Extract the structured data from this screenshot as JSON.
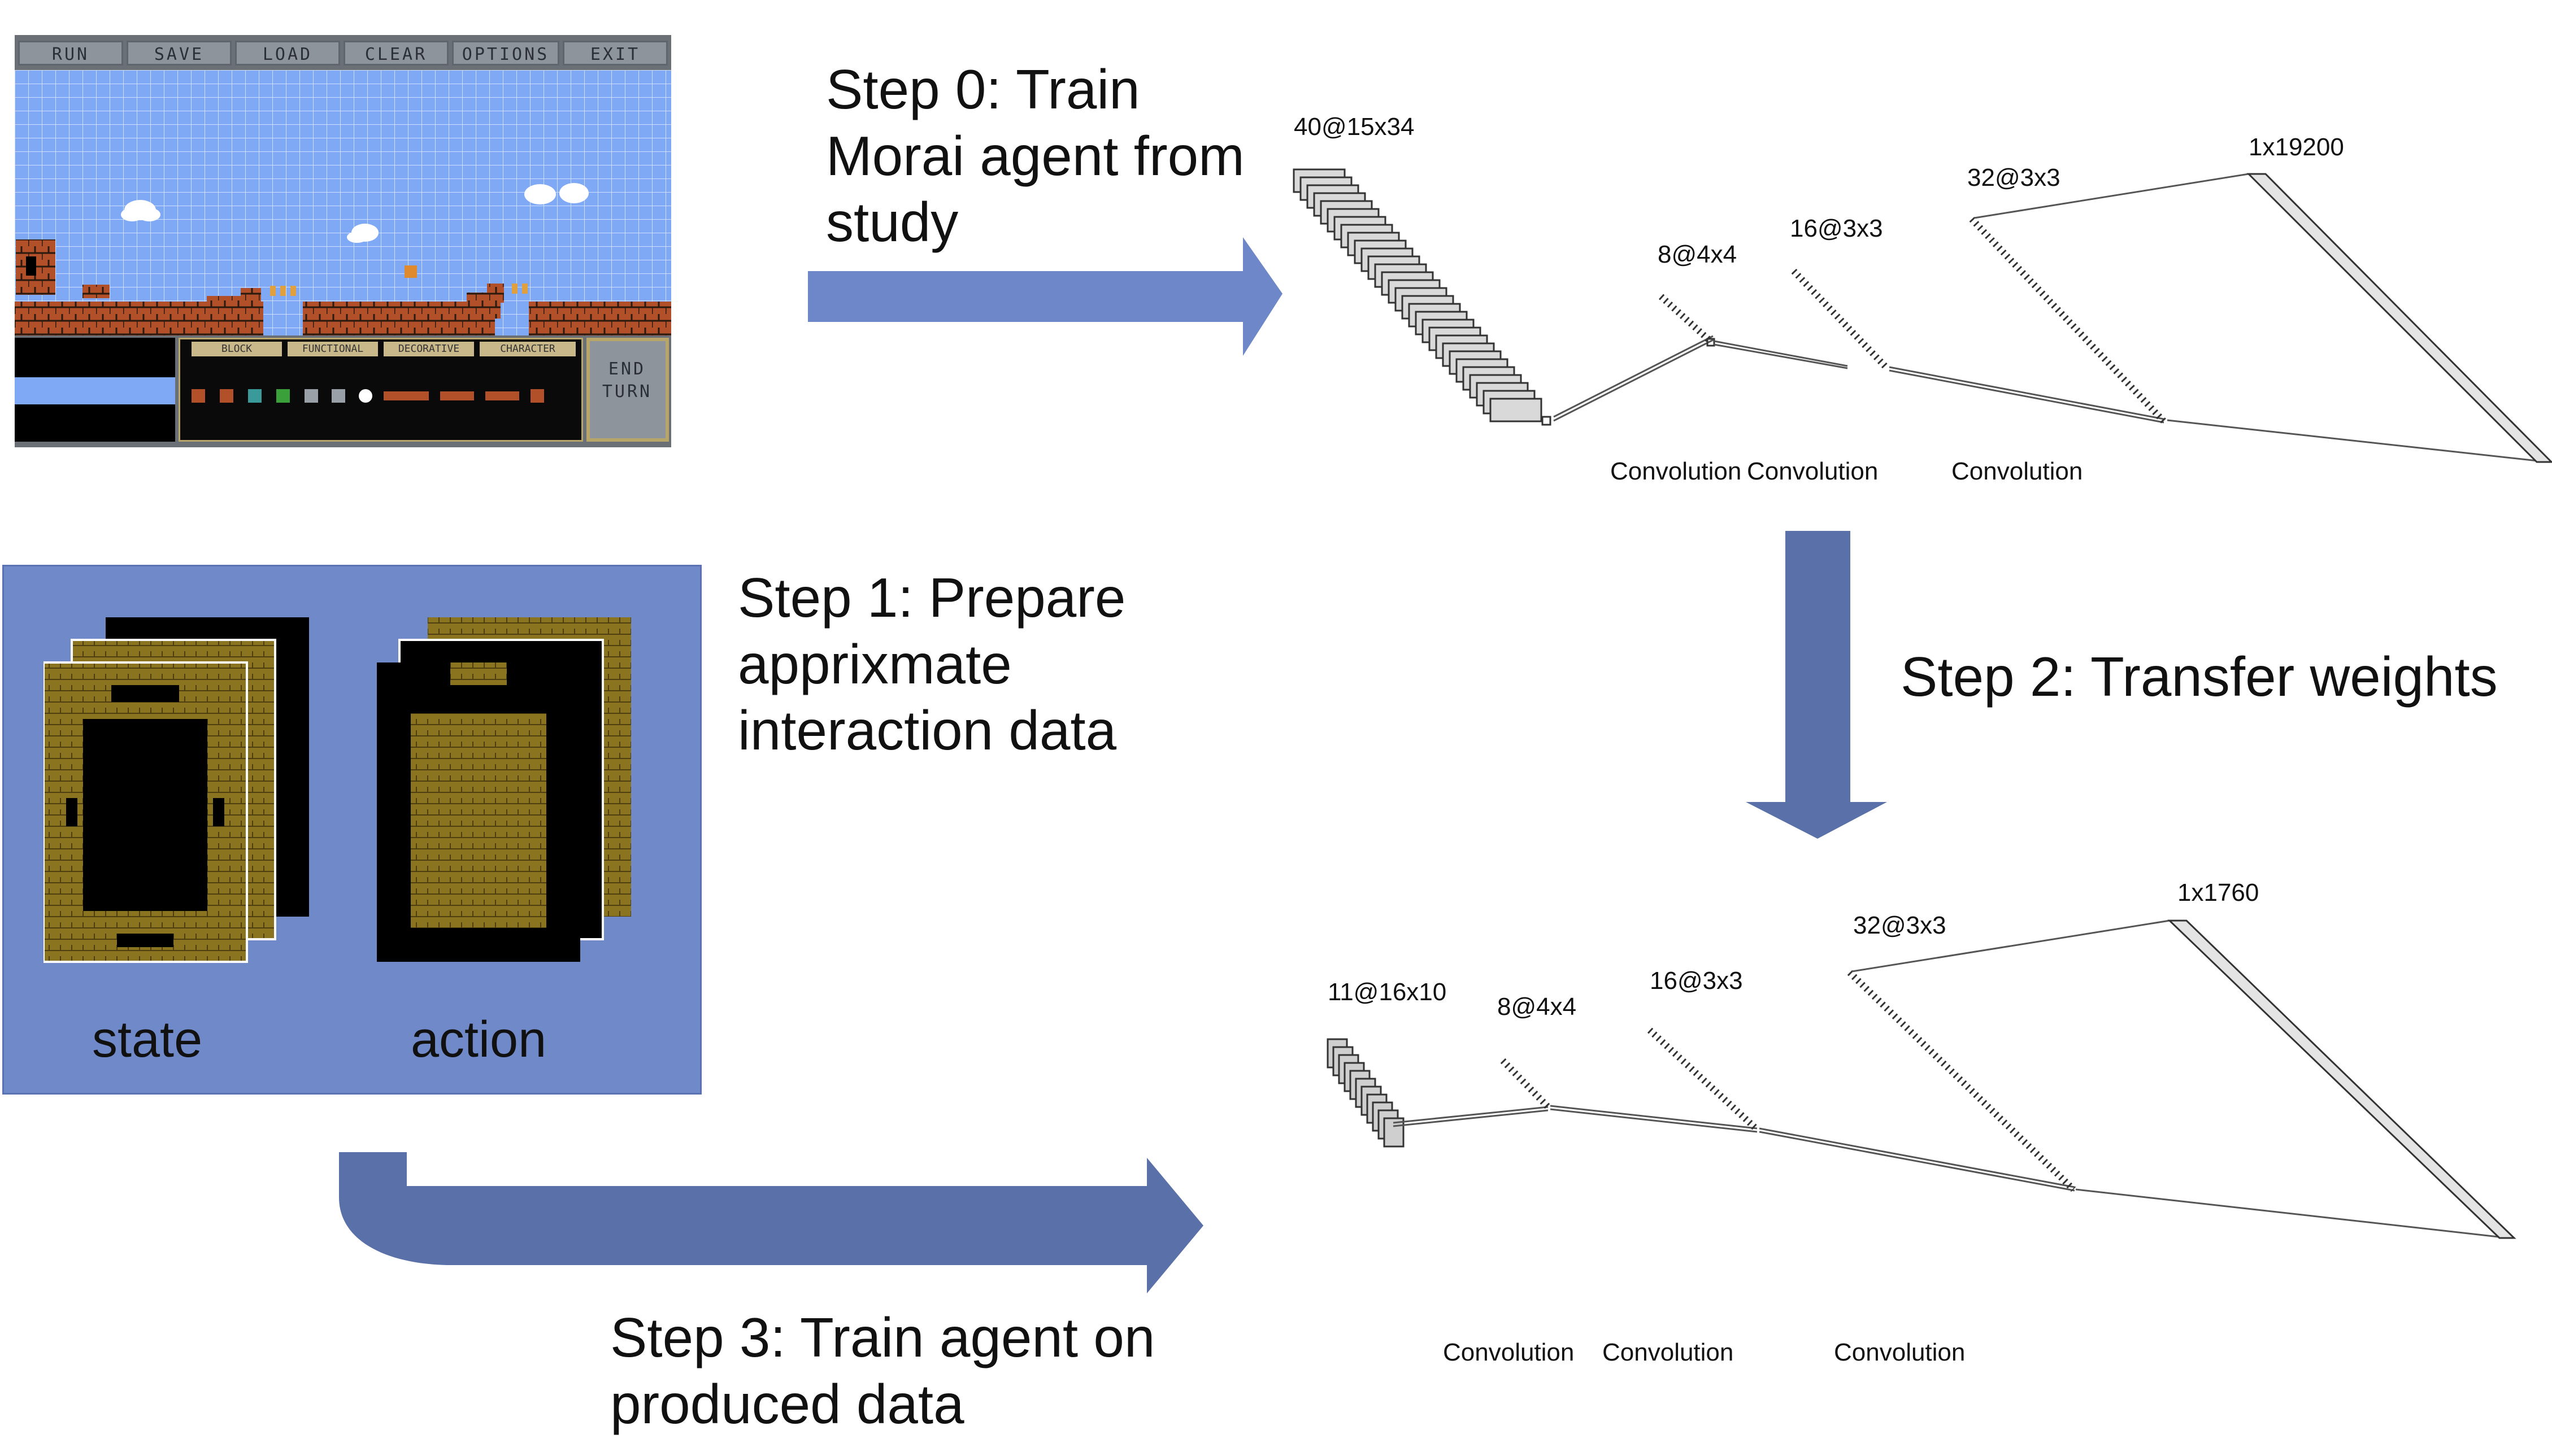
{
  "game_editor": {
    "buttons": [
      "RUN",
      "SAVE",
      "LOAD",
      "CLEAR",
      "OPTIONS",
      "EXIT"
    ],
    "palette_tabs": [
      "BLOCK",
      "FUNCTIONAL",
      "DECORATIVE",
      "CHARACTER"
    ],
    "end_turn_label": "END TURN"
  },
  "steps": {
    "step0": "Step 0:  Train Morai agent from study",
    "step1": "Step 1: Prepare apprixmate interaction data",
    "step2": "Step 2: Transfer weights",
    "step3": "Step 3: Train agent on produced data"
  },
  "data_panel": {
    "state_label": "state",
    "action_label": "action"
  },
  "network_top": {
    "input": "40@15x34",
    "conv1": "8@4x4",
    "conv2": "16@3x3",
    "conv3": "32@3x3",
    "dense": "1x19200",
    "captions": [
      "Convolution",
      "Convolution",
      "Convolution"
    ]
  },
  "network_bottom": {
    "input": "11@16x10",
    "conv1": "8@4x4",
    "conv2": "16@3x3",
    "conv3": "32@3x3",
    "dense": "1x1760",
    "captions": [
      "Convolution",
      "Convolution",
      "Convolution"
    ]
  },
  "colors": {
    "arrow": "#6d87c8",
    "arrow_dark": "#5a70a8",
    "panel": "#6f89c9",
    "sky": "#7fa9f5",
    "brick": "#b2502a",
    "dungeon_gold": "#8a7420"
  }
}
